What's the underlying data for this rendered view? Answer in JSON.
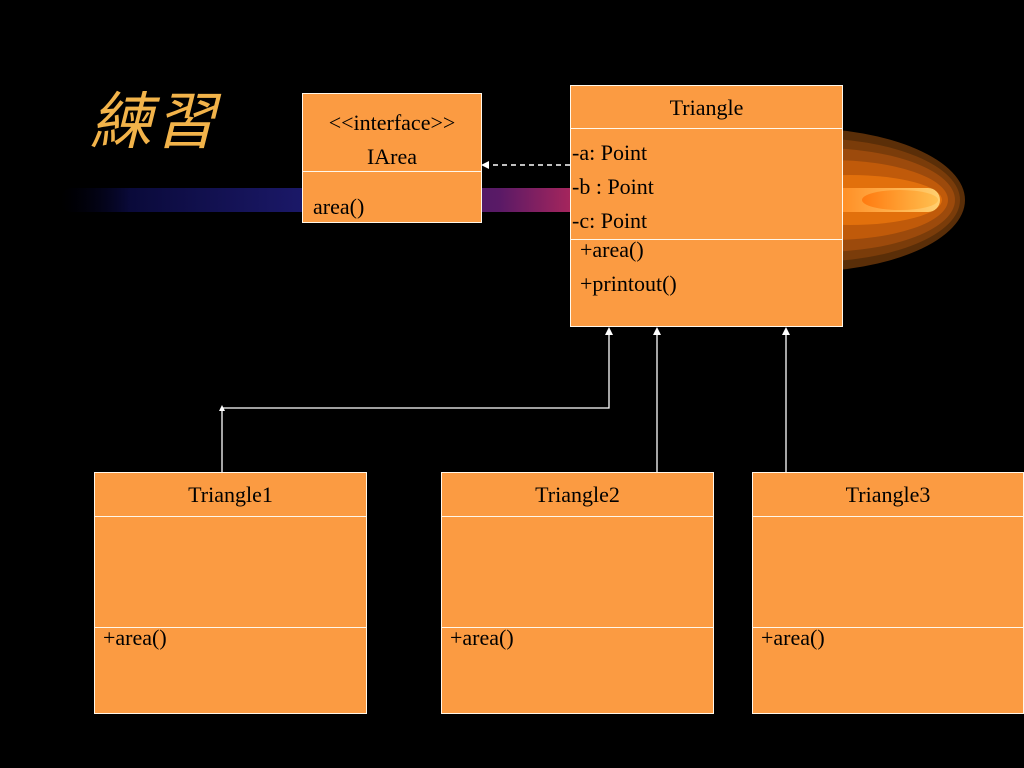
{
  "slide": {
    "title": "練習",
    "colors": {
      "background": "#000000",
      "box_fill": "#fb9b42",
      "box_border": "#fff7ea",
      "title": "#f2b34a",
      "text": "#000000",
      "connector": "#ffffff"
    }
  },
  "interface_box": {
    "stereotype": "<<interface>>",
    "name": "IArea",
    "operations": [
      "area()"
    ]
  },
  "triangle_box": {
    "name": "Triangle",
    "attributes": [
      "-a: Point",
      "-b : Point",
      "-c: Point"
    ],
    "operations": [
      "+area()",
      "+printout()"
    ]
  },
  "subclasses": [
    {
      "name": "Triangle1",
      "operations": [
        "+area()"
      ]
    },
    {
      "name": "Triangle2",
      "operations": [
        "+area()"
      ]
    },
    {
      "name": "Triangle3",
      "operations": [
        "+area()"
      ]
    }
  ],
  "relationships": [
    {
      "from": "Triangle",
      "to": "IArea",
      "type": "realization",
      "style": "dashed"
    },
    {
      "from": "Triangle1",
      "to": "Triangle",
      "type": "generalization"
    },
    {
      "from": "Triangle2",
      "to": "Triangle",
      "type": "generalization"
    },
    {
      "from": "Triangle3",
      "to": "Triangle",
      "type": "generalization"
    }
  ]
}
